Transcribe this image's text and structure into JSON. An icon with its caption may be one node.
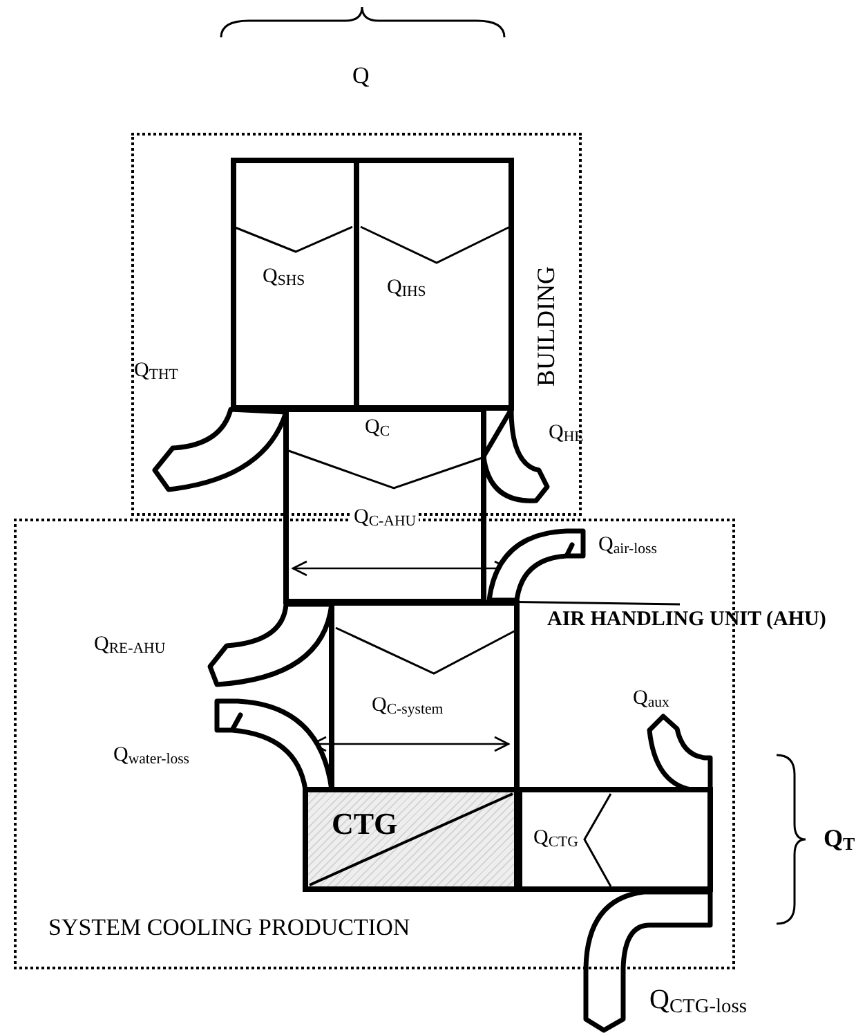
{
  "diagram": {
    "nodes": [
      {
        "text": [
          "BUILDING"
        ]
      },
      {
        "text": [
          "Q$_{SHS}$"
        ],
        "in": 0
      },
      {
        "text": [
          "Q$_{IHS}$"
        ],
        "in": 0
      },
      {
        "text": [
          "Q$_{C}$",
          "Q$_{C-AHU}$"
        ]
      },
      {
        "text": [
          "SYSTEM COOLING PRODUCTION"
        ]
      },
      {
        "text": [
          "Q$_{C-system}$"
        ],
        "in": 4
      },
      {
        "text": [
          "CTG"
        ],
        "in": 4
      },
      {
        "text": [
          "Q$_{CTG}$"
        ],
        "in": 4
      }
    ],
    "labels": [
      "Q",
      "Q$_{THT}$",
      "Q$_{HE}$",
      "Q$_{air-loss}$",
      "AIR HANDLING UNIT (AHU)",
      "Q$_{RE-AHU}$",
      "Q$_{water-loss}$",
      "Q$_{aux}$",
      "Q$_{T}$",
      "Q$_{CTG-loss}$"
    ]
  }
}
